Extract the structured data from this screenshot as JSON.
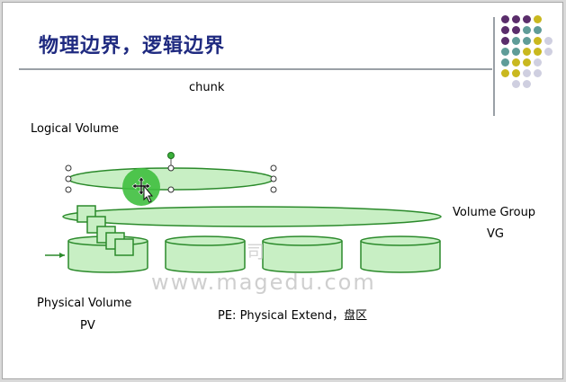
{
  "slide": {
    "title": "物理边界，逻辑边界",
    "labels": {
      "chunk": "chunk",
      "logical_volume": "Logical Volume",
      "volume_group": "Volume Group",
      "vg": "VG",
      "physical_volume": "Physical Volume",
      "pv": "PV",
      "pe": "PE: Physical Extend，盘区"
    }
  },
  "watermark": {
    "text": "www.magedu.com",
    "char": "司"
  },
  "colors": {
    "title": "#1f2a80",
    "shape_fill": "#c8efc4",
    "shape_stroke": "#2b8a2b",
    "highlight": "#3fbf3f",
    "dot_purple": "#5a2d6b",
    "dot_teal": "#5f9c98",
    "dot_olive": "#c9b81f",
    "dot_gray": "#cfcfe0"
  }
}
